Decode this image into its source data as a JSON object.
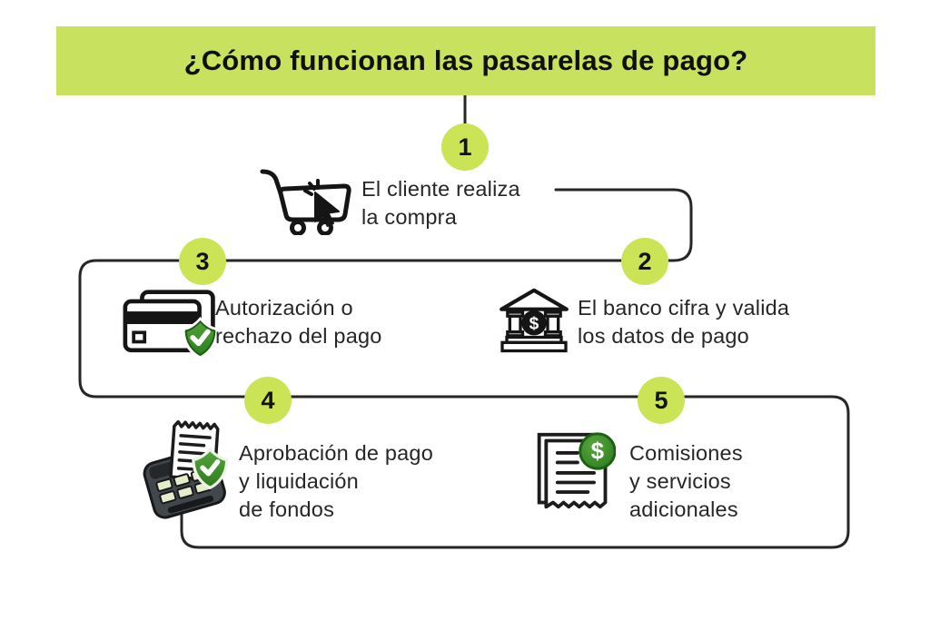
{
  "title": "¿Cómo funcionan las pasarelas de pago?",
  "colors": {
    "banner": "#c8e15f",
    "badge": "#cbe456",
    "connector_line": "#262626",
    "text": "#262626",
    "shield_green": "#3d9232",
    "coin_green": "#3d9232"
  },
  "steps": [
    {
      "number": "1",
      "label": "El cliente realiza\nla compra",
      "icon": "shopping-cart-cursor-icon"
    },
    {
      "number": "2",
      "label": "El banco cifra y valida\nlos datos de pago",
      "icon": "bank-dollar-icon"
    },
    {
      "number": "3",
      "label": "Autorización o\nrechazo del pago",
      "icon": "credit-card-shield-check-icon"
    },
    {
      "number": "4",
      "label": "Aprobación de pago\ny liquidación\nde fondos",
      "icon": "pos-terminal-receipt-shield-icon"
    },
    {
      "number": "5",
      "label": "Comisiones\ny servicios\nadicionales",
      "icon": "invoice-dollar-icon"
    }
  ]
}
